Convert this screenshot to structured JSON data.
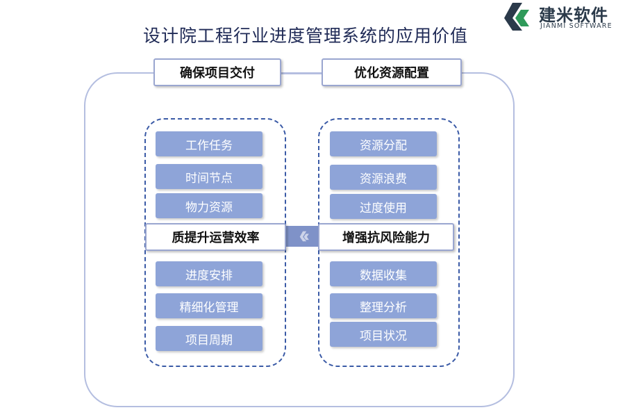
{
  "logo": {
    "name": "建米软件",
    "subtitle": "JIANMI SOFTWARE",
    "colors": {
      "dark": "#2b3a4a",
      "green": "#2f9a5a"
    }
  },
  "title": "设计院工程行业进度管理系统的应用价值",
  "headers": {
    "left": "确保项目交付",
    "right": "优化资源配置"
  },
  "left_column": {
    "top_items": [
      "工作任务",
      "时间节点",
      "物力资源"
    ],
    "center_label": "质提升运营效率",
    "bottom_items": [
      "进度安排",
      "精细化管理",
      "项目周期"
    ]
  },
  "right_column": {
    "top_items": [
      "资源分配",
      "资源浪费",
      "过度使用"
    ],
    "center_label": "增强抗风险能力",
    "bottom_items": [
      "数据收集",
      "整理分析",
      "项目状况"
    ]
  },
  "colors": {
    "title": "#1f2a56",
    "item_fill": "#8ea4d8",
    "dashed_border": "#3a5aa6",
    "outer_border": "#b4bee0"
  }
}
